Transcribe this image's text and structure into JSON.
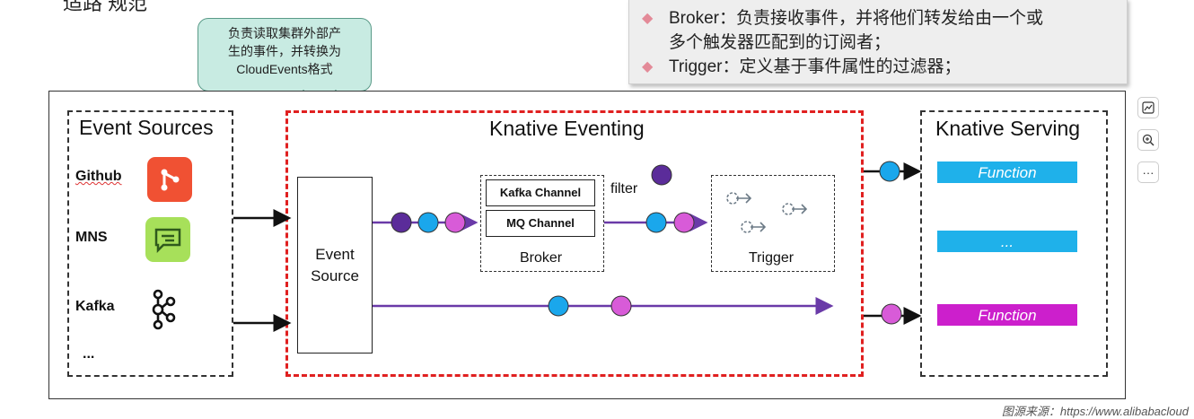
{
  "header_fragment": "适路          规范",
  "callout": {
    "line1": "负责读取集群外部产",
    "line2": "生的事件，并转换为",
    "line3": "CloudEvents格式"
  },
  "notes": [
    {
      "line1": "Broker：负责接收事件，并将他们转发给由一个或",
      "line2": "多个触发器匹配到的订阅者；"
    },
    {
      "line1": "Trigger：定义基于事件属性的过滤器；"
    }
  ],
  "event_sources": {
    "title": "Event Sources",
    "items": [
      {
        "label": "Github",
        "icon": "git-icon",
        "color": "#f05133"
      },
      {
        "label": "MNS",
        "icon": "message-icon",
        "color": "#a7e05a"
      },
      {
        "label": "Kafka",
        "icon": "kafka-icon",
        "color": "#222222"
      },
      {
        "label": "..."
      }
    ]
  },
  "eventing": {
    "title": "Knative Eventing",
    "event_source_line1": "Event",
    "event_source_line2": "Source",
    "kafka_channel": "Kafka Channel",
    "mq_channel": "MQ Channel",
    "broker": "Broker",
    "filter": "filter",
    "trigger": "Trigger"
  },
  "serving": {
    "title": "Knative Serving",
    "functions": [
      {
        "label": "Function",
        "color": "#1fb1ea"
      },
      {
        "label": "...",
        "color": "#1fb1ea"
      },
      {
        "label": "Function",
        "color": "#cc1fcc"
      }
    ]
  },
  "colors": {
    "purple": "#6a3aa8",
    "dark_purple_dot": "#5b2c9a",
    "blue_dot": "#1aa7ec",
    "pink_dot": "#d85bd8",
    "red_dash": "#e02020"
  },
  "side_tools": [
    "image-edit-icon",
    "zoom-icon",
    "more-icon"
  ],
  "footer": "图源来源：https://www.alibabacloud"
}
